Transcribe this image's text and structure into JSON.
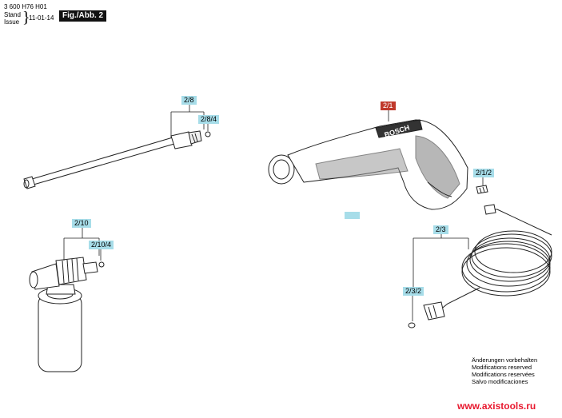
{
  "header": {
    "part_number": "3 600 H76 H01",
    "stand_label": "Stand",
    "issue_label": "Issue",
    "brace": "}",
    "date": "11-01-14",
    "figure_label": "Fig./Abb. 2"
  },
  "callouts": {
    "c2_1": "2/1",
    "c2_1_2": "2/1/2",
    "c2_3": "2/3",
    "c2_3_2": "2/3/2",
    "c2_8": "2/8",
    "c2_8_4": "2/8/4",
    "c2_10": "2/10",
    "c2_10_4": "2/10/4"
  },
  "gun_brand": "BOSCH",
  "notice": {
    "line1": "Änderungen vorbehalten",
    "line2": "Modifications reserved",
    "line3": "Modifications reservées",
    "line4": "Salvo modificaciones"
  },
  "website": "www.axistools.ru",
  "colors": {
    "callout_blue": "#a7dde9",
    "callout_red": "#c0392b",
    "website_red": "#e8182e"
  }
}
